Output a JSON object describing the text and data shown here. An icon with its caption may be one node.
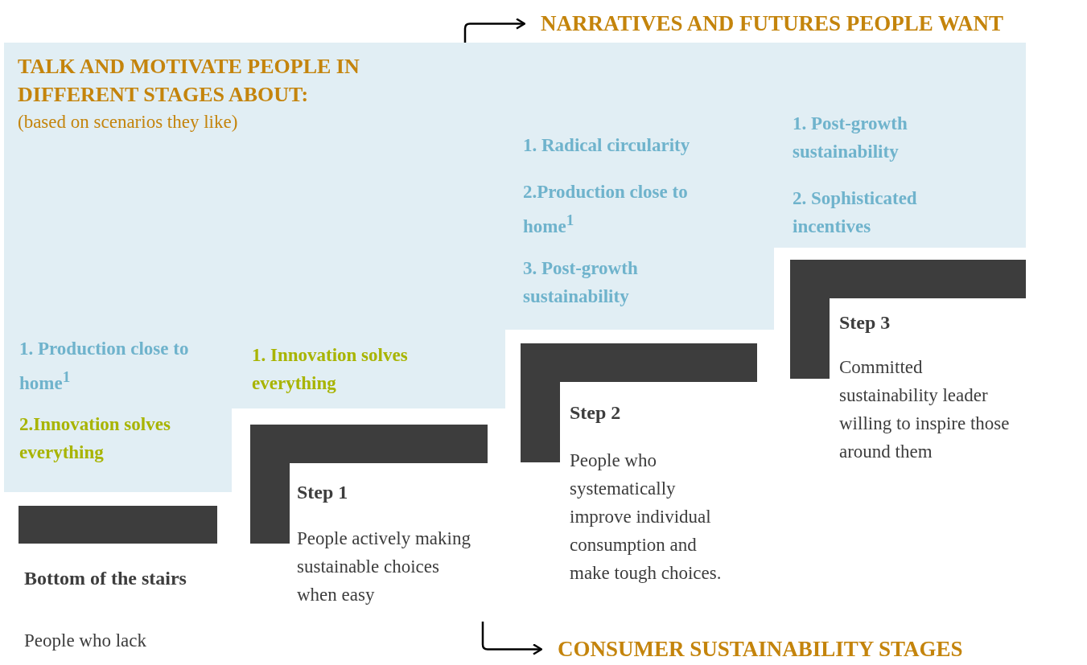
{
  "diagram": {
    "nodes": [
      {
        "text": [
          "NARRATIVES AND FUTURES PEOPLE WANT"
        ]
      },
      {
        "text": [
          "TALK AND MOTIVATE  PEOPLE IN DIFFERENT STAGES ABOUT:",
          "(based on scenarios they like)"
        ]
      },
      {
        "text": [
          "Bottom of the stairs",
          "People who lack"
        ]
      },
      {
        "text": [
          "Step 1",
          "People actively making sustainable choices when easy"
        ]
      },
      {
        "text": [
          "Step 2",
          "People who systematically improve individual consumption and make tough choices."
        ]
      },
      {
        "text": [
          "Step 3",
          "Committed sustainability leader willing to inspire those around them"
        ]
      },
      {
        "text": [
          "CONSUMER SUSTAINABILITY STAGES"
        ]
      }
    ],
    "edges": [
      {
        "from": 1,
        "to": 0,
        "arrow": "to"
      },
      {
        "from": null,
        "to": 6,
        "arrow": "to"
      }
    ],
    "labels": [
      "1. Production close to home$^{1}$",
      "2.Innovation solves everything",
      "1. Innovation solves everything",
      "1. Radical circularity",
      "2.Production close to home$^{1}$",
      "3. Post-growth sustainability",
      "1. Post-growth sustainability",
      "2. Sophisticated incentives"
    ]
  }
}
